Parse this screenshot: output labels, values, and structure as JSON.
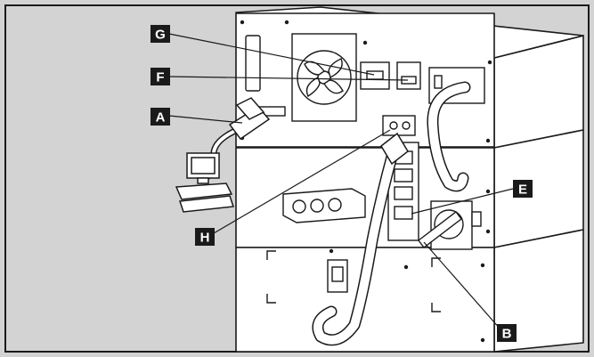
{
  "colors": {
    "background": "#d3d3d3",
    "cabinet": "#ffffff",
    "outline": "#1a1a1a",
    "callout_box": "#1a1a1a",
    "callout_text": "#ffffff"
  },
  "callouts": {
    "A": {
      "label": "A"
    },
    "B": {
      "label": "B"
    },
    "E": {
      "label": "E"
    },
    "F": {
      "label": "F"
    },
    "G": {
      "label": "G"
    },
    "H": {
      "label": "H"
    }
  }
}
